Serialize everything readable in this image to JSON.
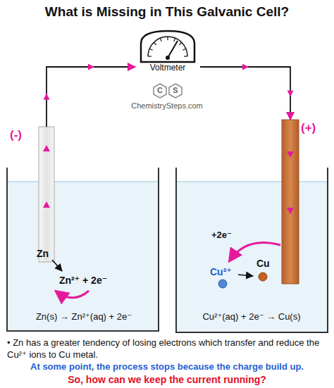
{
  "diagram": {
    "title": "What is Missing in This Galvanic Cell?",
    "nodes": [
      {
        "text": [
          "Voltmeter"
        ]
      },
      {
        "text": [
          "(-)",
          "Zn",
          "Zn²⁺ + 2e⁻",
          "Zn(s) → Zn²⁺(aq) + 2e⁻"
        ]
      },
      {
        "text": [
          "(+)",
          "+2e⁻",
          "Cu²⁺",
          "Cu",
          "Cu²⁺(aq) + 2e⁻ → Cu(s)"
        ]
      }
    ],
    "edges": [
      {
        "from": 1,
        "to": 0,
        "arrow": "to"
      },
      {
        "from": 0,
        "to": 2,
        "arrow": "to"
      }
    ],
    "labels": [
      "C",
      "S",
      "ChemistrySteps.com",
      "• Zn has a greater tendency of losing electrons which transfer and reduce the Cu²⁺ ions to Cu metal.",
      "At some point, the process stops because the charge build up.",
      "So, how can we keep the current running?"
    ]
  }
}
